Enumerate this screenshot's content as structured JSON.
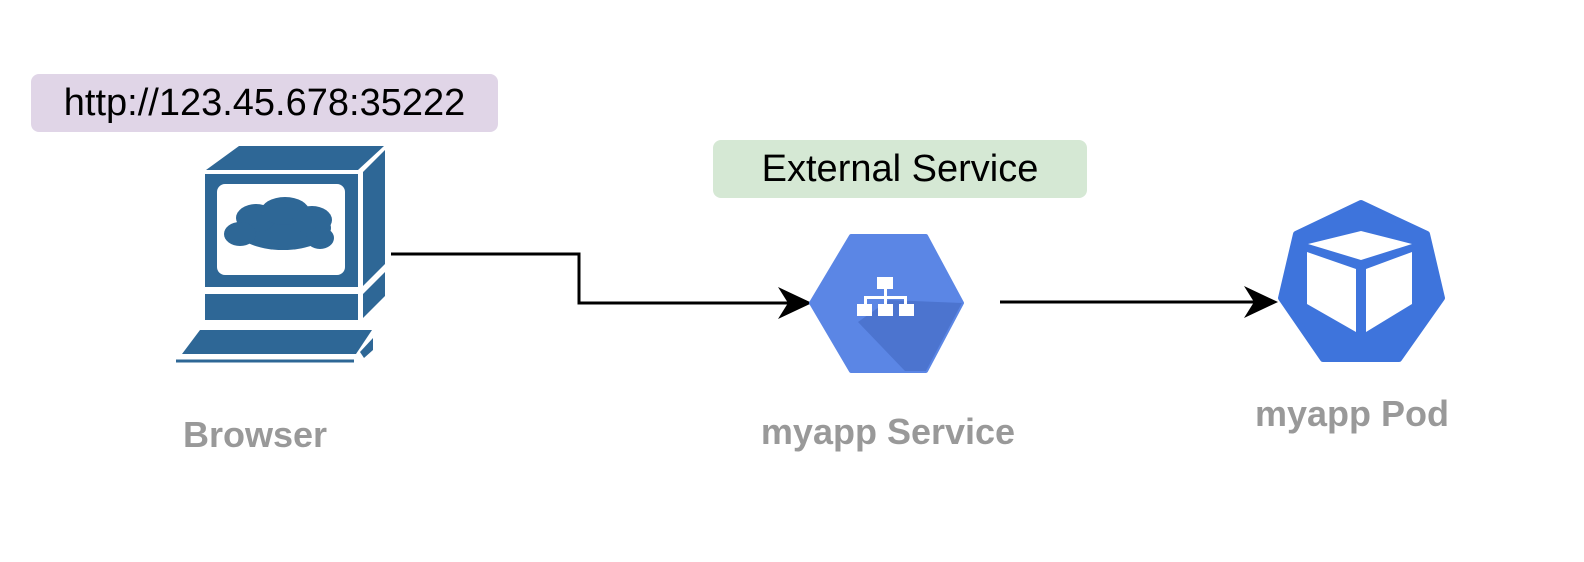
{
  "diagram": {
    "url_label": "http://123.45.678:35222",
    "service_type_label": "External Service",
    "nodes": [
      {
        "id": "browser",
        "label": "Browser",
        "icon": "browser-computer-icon"
      },
      {
        "id": "service",
        "label": "myapp Service",
        "icon": "load-balancer-service-icon"
      },
      {
        "id": "pod",
        "label": "myapp Pod",
        "icon": "kubernetes-pod-icon"
      }
    ],
    "edges": [
      {
        "from": "browser",
        "to": "service"
      },
      {
        "from": "service",
        "to": "pod"
      }
    ],
    "colors": {
      "browser_icon": "#2e6796",
      "service_icon": "#5b86e5",
      "pod_icon": "#3e74dc",
      "url_tag_bg": "#e0d5e7",
      "service_tag_bg": "#d5e8d4",
      "label_text": "#999999",
      "arrow": "#000000"
    }
  }
}
